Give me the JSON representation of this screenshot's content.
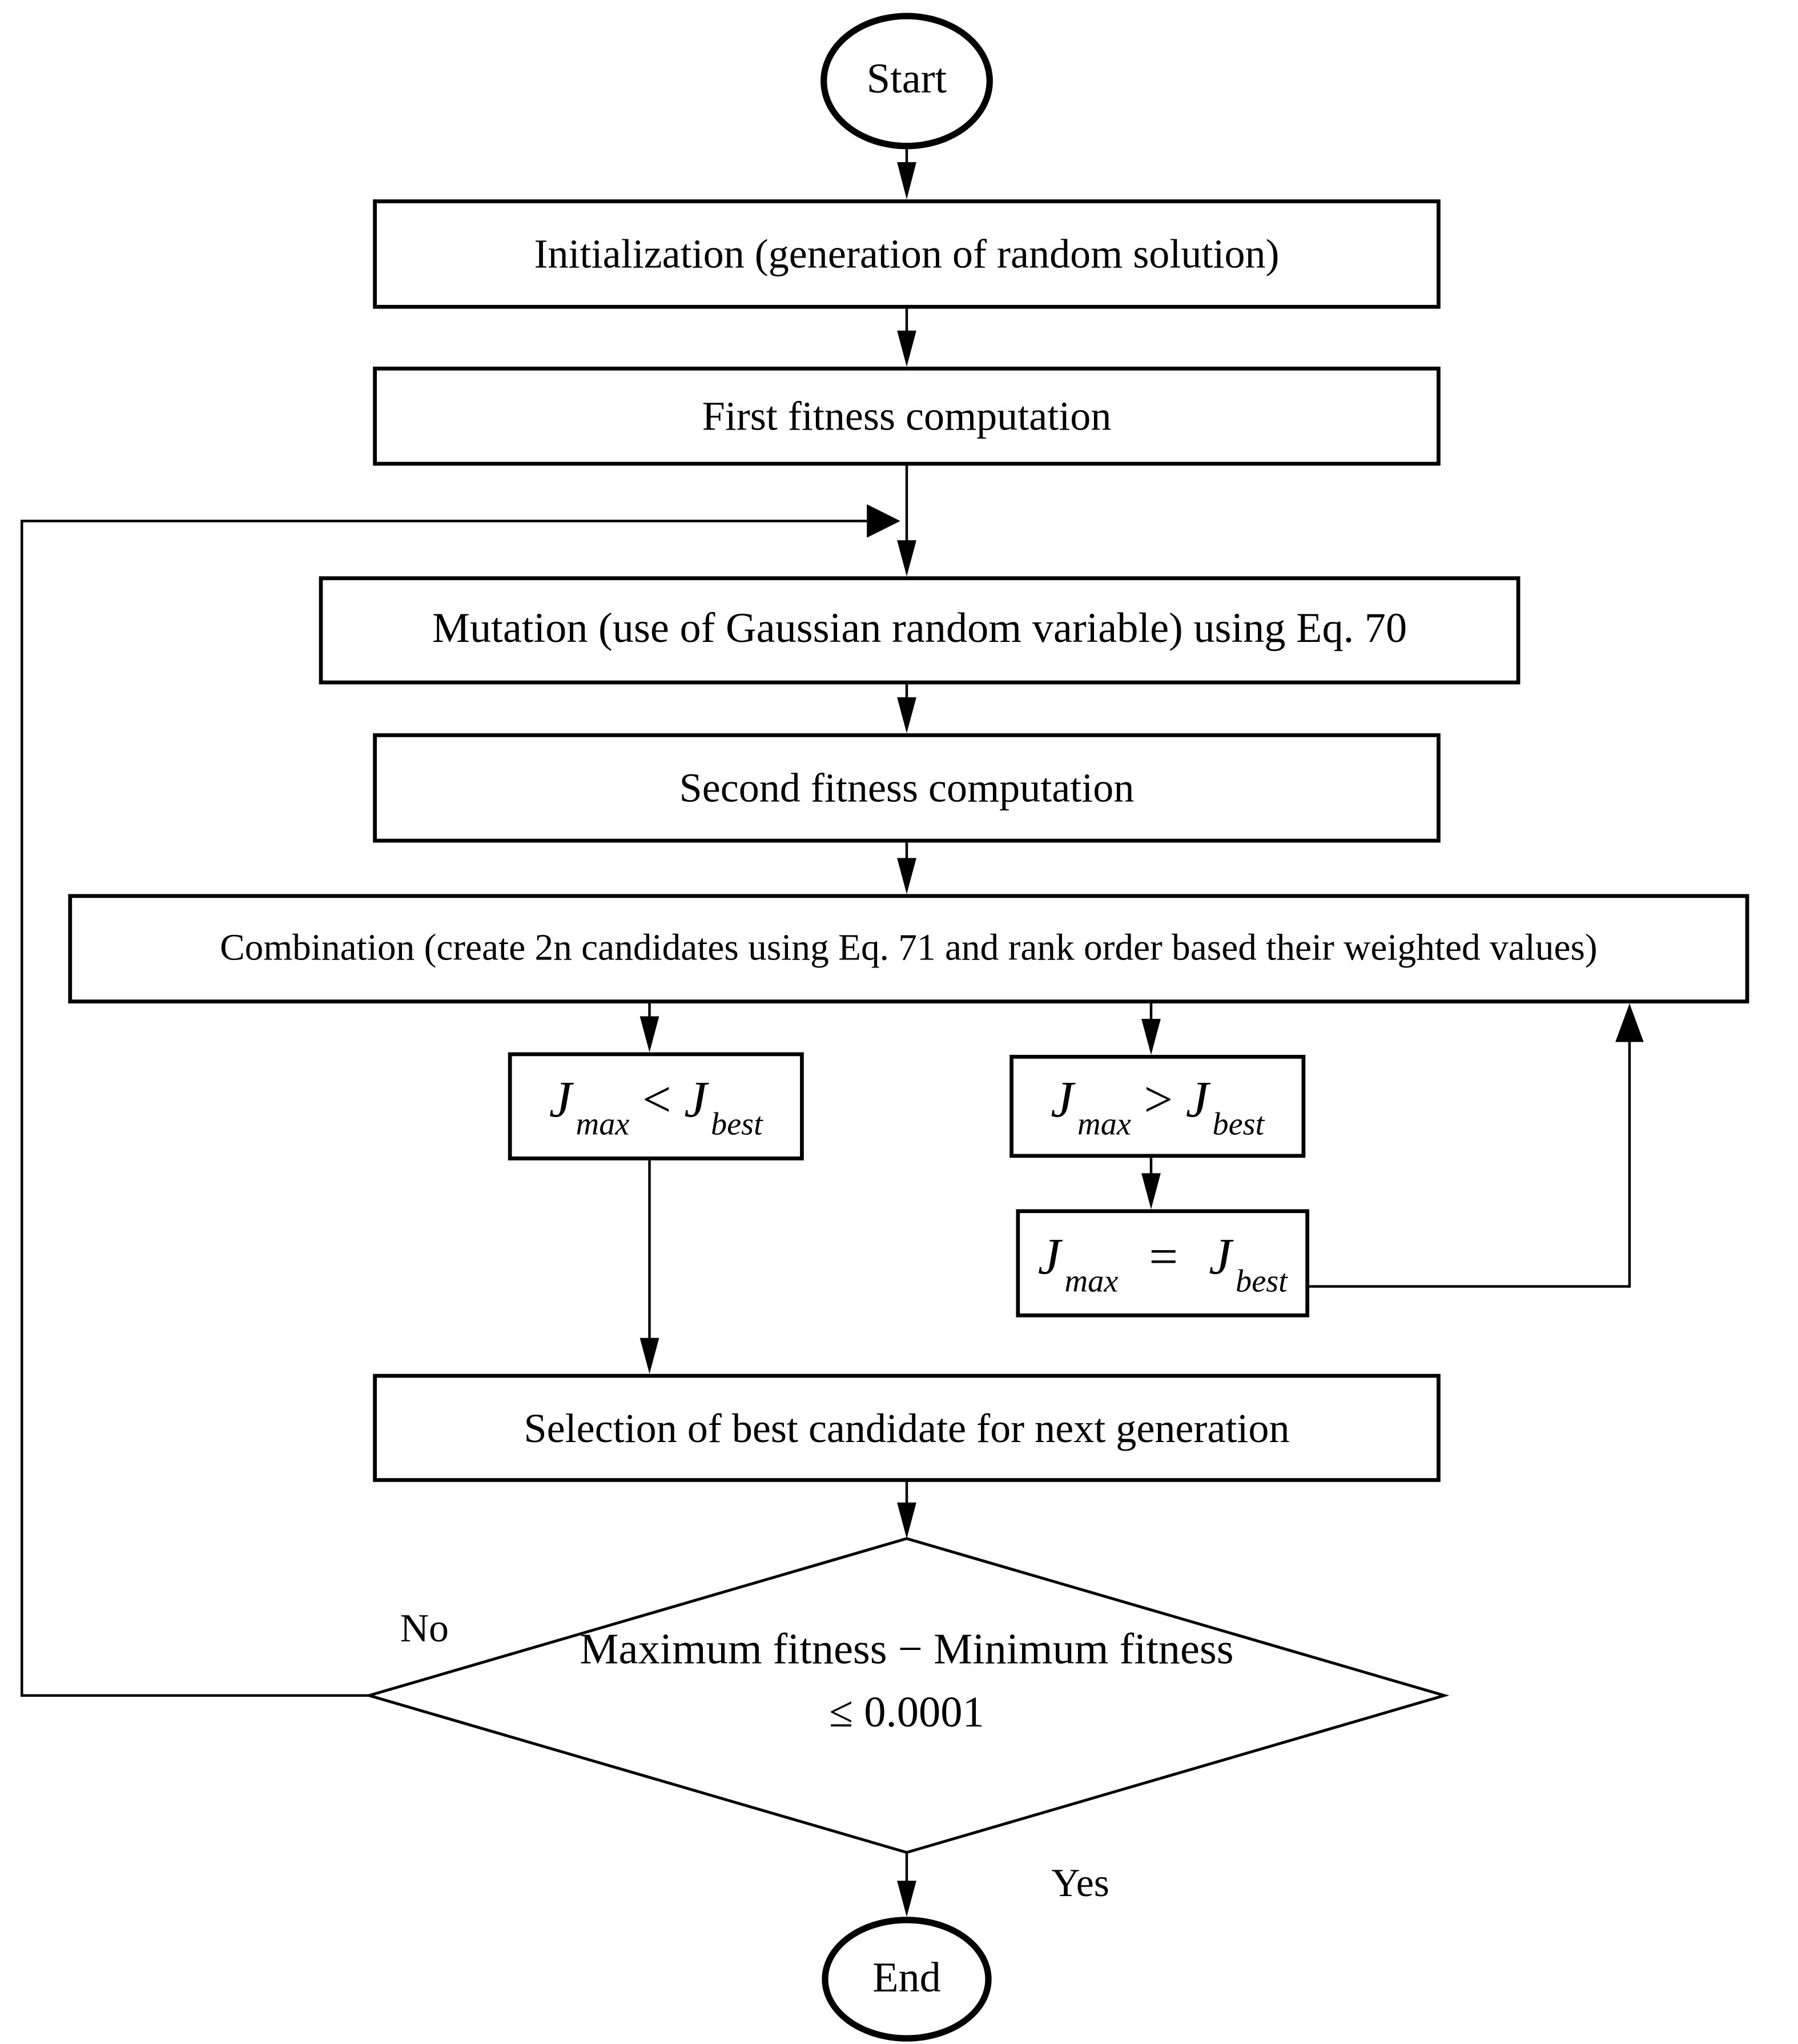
{
  "diagram": {
    "type": "flowchart",
    "colors": {
      "ink": "#000000",
      "paper": "#ffffff"
    },
    "nodes": {
      "start": {
        "shape": "terminator",
        "label": "Start"
      },
      "initialization": {
        "shape": "process",
        "label": "Initialization (generation of random solution)"
      },
      "first_fitness": {
        "shape": "process",
        "label": "First fitness computation"
      },
      "mutation": {
        "shape": "process",
        "label": "Mutation (use of Gaussian random variable) using Eq. 70"
      },
      "second_fitness": {
        "shape": "process",
        "label": "Second fitness computation"
      },
      "combination": {
        "shape": "process",
        "label": "Combination (create 2n candidates using Eq. 71 and rank order based their weighted values)"
      },
      "jmax_lt_jbest": {
        "shape": "process",
        "var1": "J",
        "sub1": "max",
        "op": "<",
        "var2": "J",
        "sub2": "best"
      },
      "jmax_gt_jbest": {
        "shape": "process",
        "var1": "J",
        "sub1": "max",
        "op": ">",
        "var2": "J",
        "sub2": "best"
      },
      "jmax_eq_jbest": {
        "shape": "process",
        "var1": "J",
        "sub1": "max",
        "op": "=",
        "var2": "J",
        "sub2": "best"
      },
      "selection": {
        "shape": "process",
        "label": "Selection of best candidate for next generation"
      },
      "decision": {
        "shape": "decision",
        "line1": "Maximum fitness − Minimum fitness",
        "line2": "≤ 0.0001"
      },
      "end": {
        "shape": "terminator",
        "label": "End"
      }
    },
    "edge_labels": {
      "no": "No",
      "yes": "Yes"
    },
    "edges": [
      {
        "from": "start",
        "to": "initialization"
      },
      {
        "from": "initialization",
        "to": "first_fitness"
      },
      {
        "from": "first_fitness",
        "to": "mutation"
      },
      {
        "from": "mutation",
        "to": "second_fitness"
      },
      {
        "from": "second_fitness",
        "to": "combination"
      },
      {
        "from": "combination",
        "to": "jmax_lt_jbest"
      },
      {
        "from": "combination",
        "to": "jmax_gt_jbest"
      },
      {
        "from": "jmax_gt_jbest",
        "to": "jmax_eq_jbest"
      },
      {
        "from": "jmax_eq_jbest",
        "to": "combination"
      },
      {
        "from": "jmax_lt_jbest",
        "to": "selection"
      },
      {
        "from": "selection",
        "to": "decision"
      },
      {
        "from": "decision",
        "to": "mutation",
        "label": "No"
      },
      {
        "from": "decision",
        "to": "end",
        "label": "Yes"
      }
    ]
  }
}
